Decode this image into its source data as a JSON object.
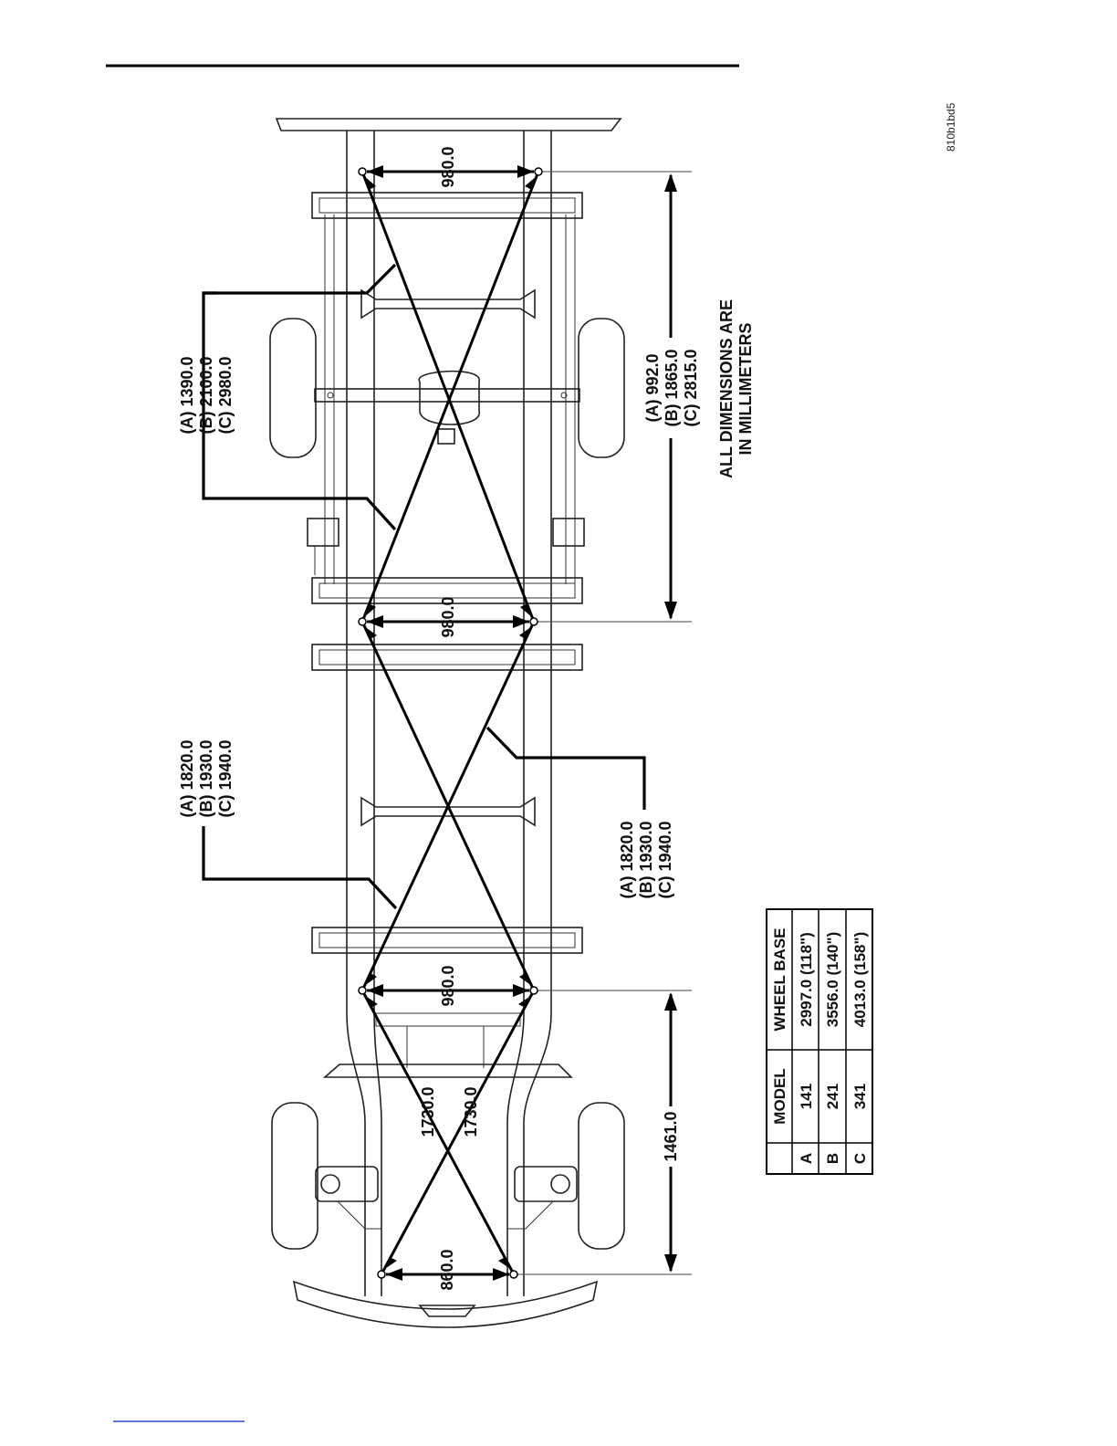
{
  "figure_code": "810b1bd5",
  "note": {
    "line1": "ALL DIMENSIONS ARE",
    "line2": "IN MILLIMETERS"
  },
  "dims": {
    "rear_width": "980.0",
    "mid_width": "980.0",
    "front_width": "980.0",
    "bumper_width": "860.0",
    "front_diag_1": "1730.0",
    "front_diag_2": "1730.0",
    "front_length": "1461.0"
  },
  "rear_diag": {
    "a": "(A) 1390.0",
    "b": "(B) 2100.0",
    "c": "(C) 2980.0"
  },
  "rear_length": {
    "a": "(A) 992.0",
    "b": "(B) 1865.0",
    "c": "(C) 2815.0"
  },
  "mid_diag_1": {
    "a": "(A) 1820.0",
    "b": "(B) 1930.0",
    "c": "(C) 1940.0"
  },
  "mid_diag_2": {
    "a": "(A) 1820.0",
    "b": "(B) 1930.0",
    "c": "(C) 1940.0"
  },
  "table": {
    "headers": {
      "model": "MODEL",
      "wheelbase": "WHEEL BASE"
    },
    "rows": [
      {
        "key": "A",
        "model": "141",
        "wheelbase": "2997.0 (118\")"
      },
      {
        "key": "B",
        "model": "241",
        "wheelbase": "3556.0 (140\")"
      },
      {
        "key": "C",
        "model": "341",
        "wheelbase": "4013.0 (158\")"
      }
    ]
  }
}
